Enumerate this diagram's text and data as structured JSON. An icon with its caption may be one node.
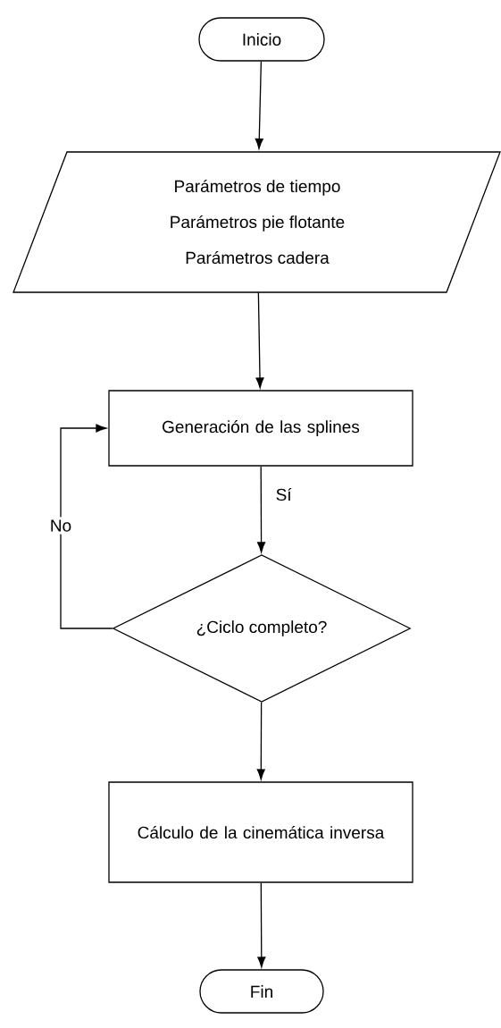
{
  "diagram": {
    "nodes": [
      {
        "text": [
          "Inicio"
        ]
      },
      {
        "text": [
          "Parámetros de tiempo",
          "Parámetros pie flotante",
          "Parámetros cadera"
        ]
      },
      {
        "text": [
          "Generación de las splines"
        ]
      },
      {
        "text": [
          "¿Ciclo completo?"
        ]
      },
      {
        "text": [
          "Cálculo de la cinemática inversa"
        ]
      },
      {
        "text": [
          "Fin"
        ]
      }
    ],
    "edges": [
      {
        "from": 0,
        "to": 1,
        "arrow": "to"
      },
      {
        "from": 1,
        "to": 2,
        "arrow": "to"
      },
      {
        "from": 2,
        "to": 3,
        "arrow": "to",
        "label": "Sí"
      },
      {
        "from": 3,
        "to": 2,
        "arrow": "to",
        "label": "No"
      },
      {
        "from": 3,
        "to": 4,
        "arrow": "to"
      },
      {
        "from": 4,
        "to": 5,
        "arrow": "to"
      }
    ]
  }
}
